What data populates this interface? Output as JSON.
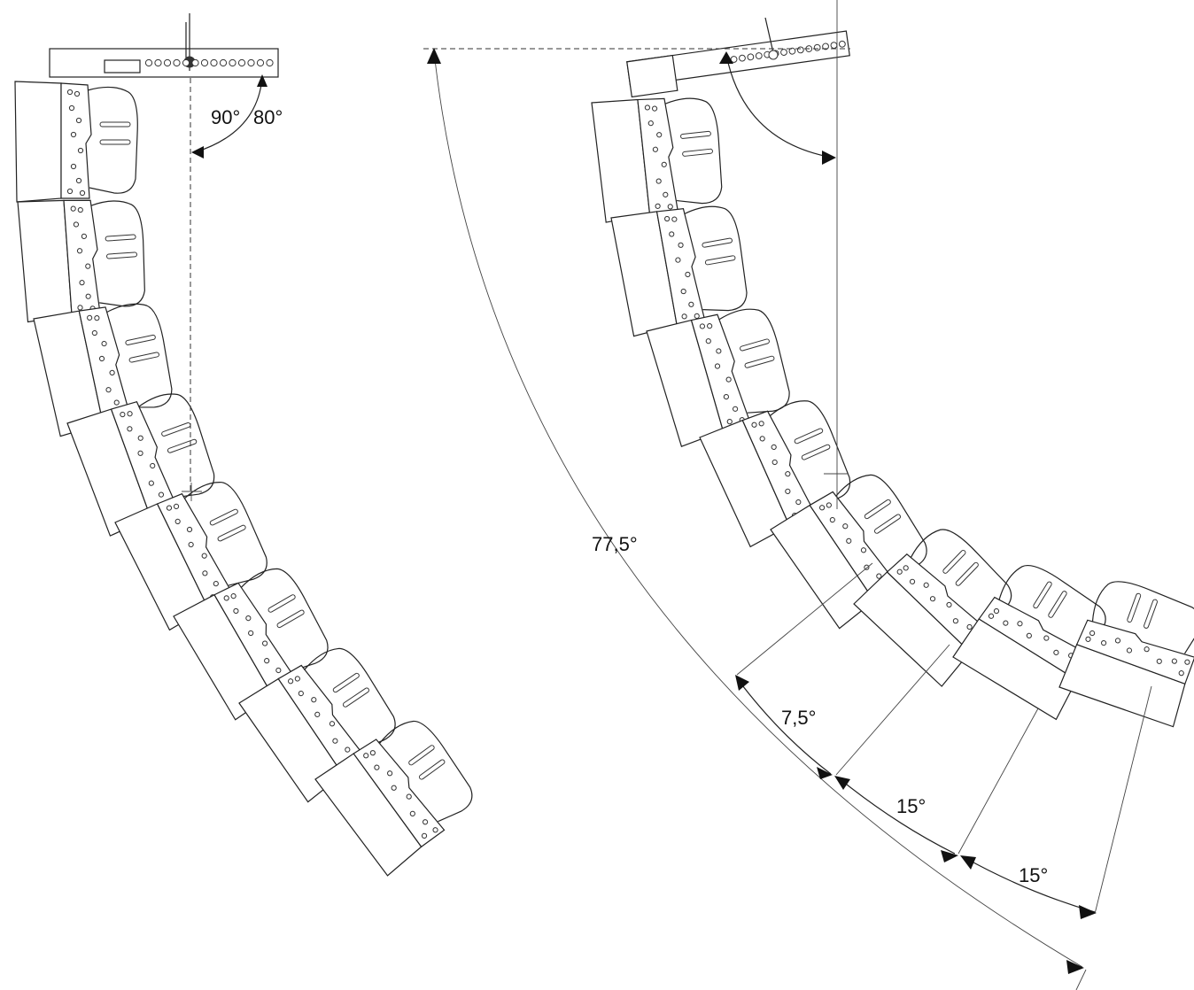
{
  "figure": {
    "left_view": {
      "angle_labels": [
        "90°",
        "80°"
      ],
      "cabinet_count": 8
    },
    "right_view": {
      "total_angle_label": "77,5°",
      "splay_labels": [
        "7,5°",
        "15°",
        "15°"
      ],
      "cabinet_count": 8
    }
  },
  "colors": {
    "line": "#222222",
    "background": "#ffffff",
    "text": "#111111"
  }
}
